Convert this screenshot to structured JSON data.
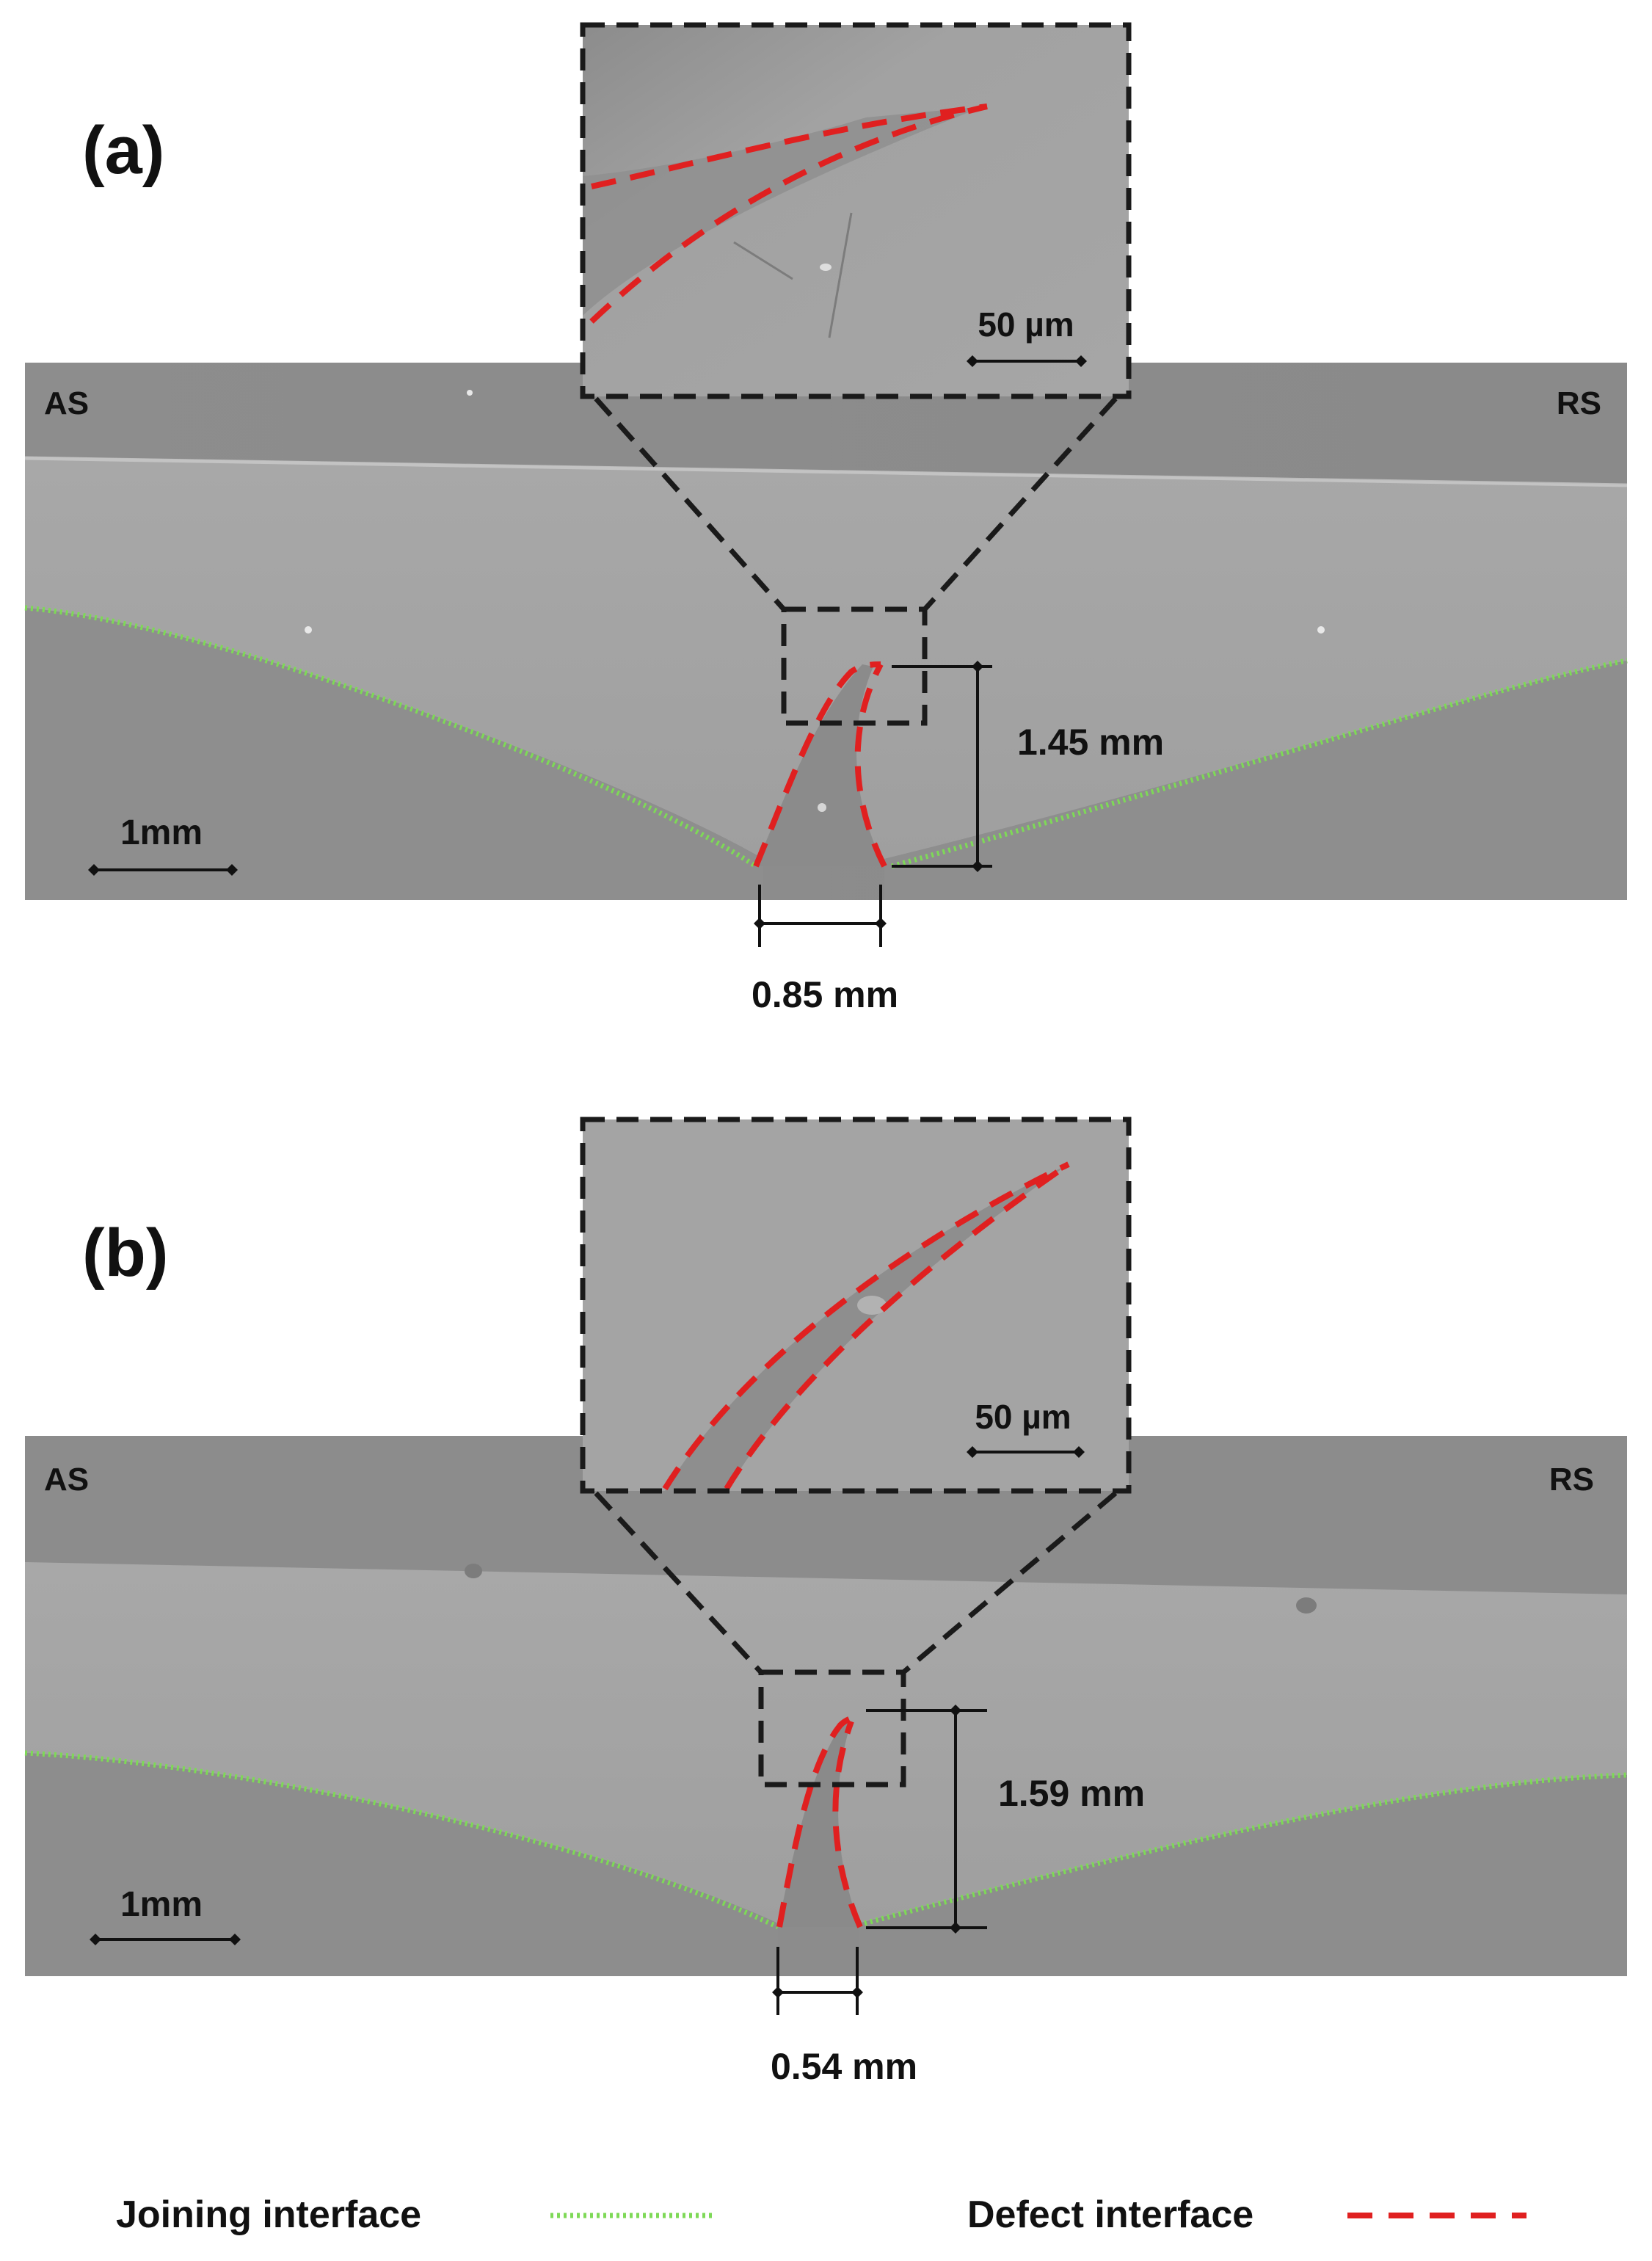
{
  "panels": [
    {
      "label": "(a)",
      "side_left": "AS",
      "side_right": "RS",
      "inset_scale": "50 µm",
      "main_scale": "1mm",
      "height_label": "1.45 mm",
      "width_label": "0.85 mm"
    },
    {
      "label": "(b)",
      "side_left": "AS",
      "side_right": "RS",
      "inset_scale": "50 µm",
      "main_scale": "1mm",
      "height_label": "1.59 mm",
      "width_label": "0.54 mm"
    }
  ],
  "legend": {
    "joining": "Joining interface",
    "defect": "Defect interface"
  },
  "colors": {
    "joining_line": "#7ed957",
    "defect_line": "#e02020",
    "outline": "#1a1a1a",
    "annotation": "#111111"
  }
}
